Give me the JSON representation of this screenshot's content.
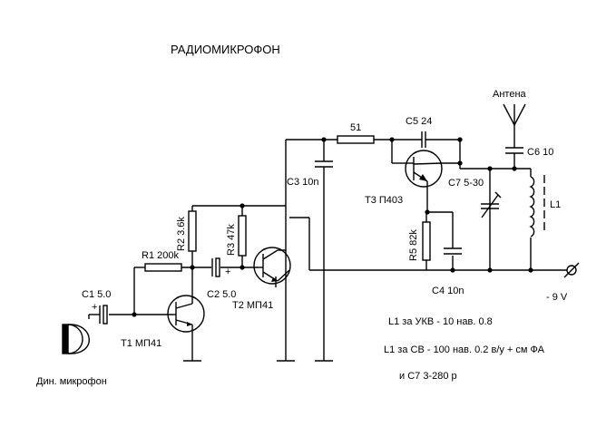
{
  "title": "РАДИОМИКРОФОН",
  "labels": {
    "antenna": "Антена",
    "r_51": "51",
    "c5": "C5 24",
    "c6": "C6 10",
    "c3": "C3 10n",
    "c7": "C7 5-30",
    "t3": "T3 П403",
    "l1": "L1",
    "r2": "R2 3.6k",
    "r3": "R3 47k",
    "r5": "R5 82k",
    "r1": "R1 200k",
    "c2": "C2 5.0",
    "c1": "C1 5.0",
    "t2": "T2 МП41",
    "t1": "T1 МП41",
    "c4": "C4 10n",
    "supply": "- 9 V",
    "mic": "Дин. микрофон",
    "plus1": "+",
    "plus2": "+"
  },
  "notes": {
    "line1": "L1 за УКВ  - 10 нав. 0.8",
    "line2": "L1 за СВ - 100 нав. 0.2 в/у + см ФА",
    "line3": "и C7 3-280 р"
  }
}
